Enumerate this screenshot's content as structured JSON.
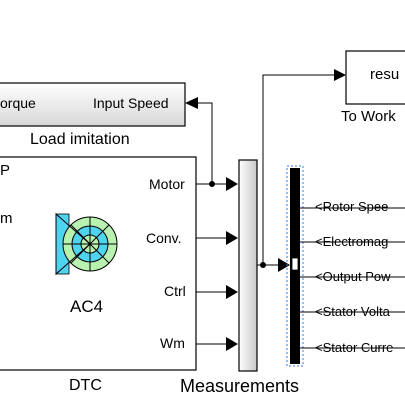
{
  "colors": {
    "block_fill_gradient_top": "#ffffff",
    "block_fill_gradient_bottom": "#d6d6d6",
    "bus_bar": "#000000",
    "motor_icon_cyan": "#4fd3ee",
    "motor_icon_green": "#b9f2b0",
    "line": "#000000"
  },
  "blocks": {
    "to_workspace": {
      "inner_text": "resu",
      "caption": "To Work"
    },
    "load_imitation": {
      "port_left": "orque",
      "port_right": "Input Speed",
      "caption": "Load imitation"
    },
    "drive": {
      "edge_text_top": "P",
      "edge_text_mid": "m",
      "icon": "ac-motor-icon",
      "model_label": "AC4",
      "caption": "DTC",
      "out_ports": [
        "Motor",
        "Conv.",
        "Ctrl",
        "Wm"
      ]
    },
    "measurements": {
      "caption": "Measurements"
    },
    "bus_selector": {
      "outputs": [
        "<Rotor Spee",
        "<Electromag",
        "<Output Pow",
        "<Stator Volta",
        "<Stator Curre"
      ]
    }
  }
}
